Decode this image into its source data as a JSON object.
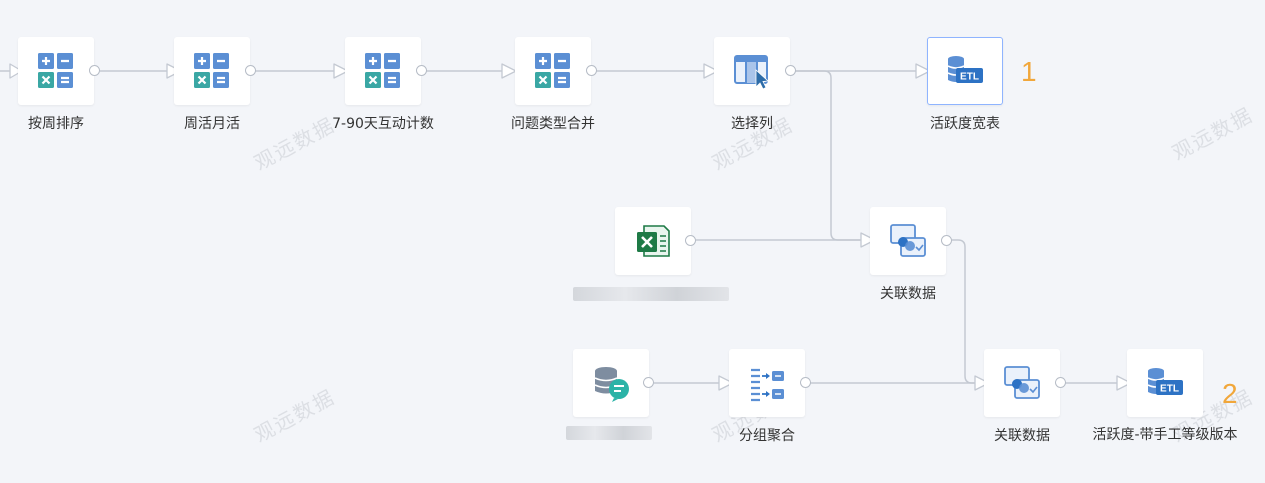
{
  "nodes": {
    "sort_week": {
      "label": "按周排序",
      "icon": "calculator-icon"
    },
    "weekly_monthly": {
      "label": "周活月活",
      "icon": "calculator-icon"
    },
    "interaction_count": {
      "label": "7-90天互动计数",
      "icon": "calculator-icon"
    },
    "merge_types": {
      "label": "问题类型合并",
      "icon": "calculator-icon"
    },
    "select_columns": {
      "label": "选择列",
      "icon": "select-column-icon"
    },
    "activity_table": {
      "label": "活跃度宽表",
      "icon": "etl-database-icon"
    },
    "excel_source": {
      "label": "",
      "icon": "excel-icon"
    },
    "join_data_1": {
      "label": "关联数据",
      "icon": "join-data-icon"
    },
    "chat_source": {
      "label": "",
      "icon": "database-chat-icon"
    },
    "group_aggregate": {
      "label": "分组聚合",
      "icon": "group-aggregate-icon"
    },
    "join_data_2": {
      "label": "关联数据",
      "icon": "join-data-icon"
    },
    "activity_manual": {
      "label": "活跃度-带手工等级版本",
      "icon": "etl-database-icon"
    }
  },
  "badges": {
    "one": "1",
    "two": "2"
  },
  "etl_text": "ETL",
  "watermark": "观远数据",
  "colors": {
    "canvas": "#f3f5f9",
    "calc_blue": "#5b8fd4",
    "calc_teal": "#3aa7a4",
    "excel_green": "#1e7a46",
    "badge": "#f1a73b",
    "wire": "#c4c9d2"
  }
}
